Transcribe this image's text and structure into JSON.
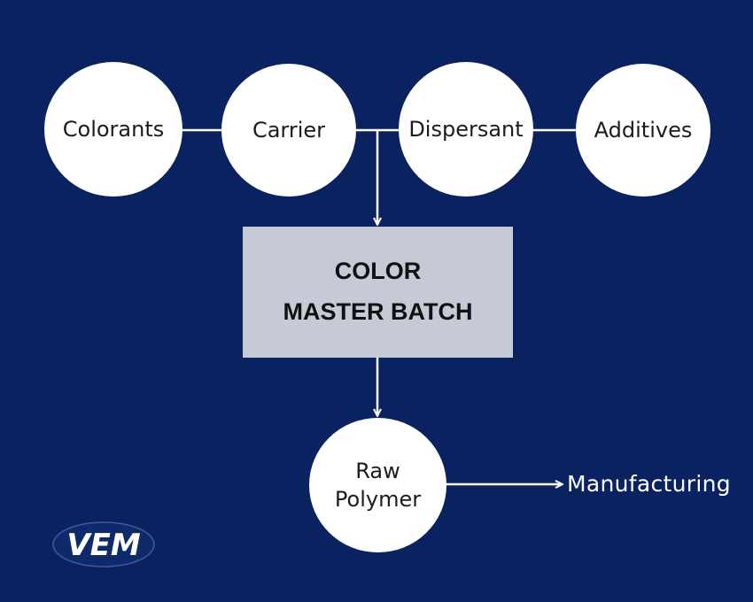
{
  "inputs": [
    {
      "label": "Colorants"
    },
    {
      "label": "Carrier"
    },
    {
      "label": "Dispersant"
    },
    {
      "label": "Additives"
    }
  ],
  "center_box": {
    "line1": "COLOR",
    "line2": "MASTER BATCH"
  },
  "raw_polymer": {
    "line1": "Raw",
    "line2": "Polymer"
  },
  "output": {
    "label": "Manufacturing"
  },
  "logo": {
    "text": "VEM"
  },
  "colors": {
    "background": "#0b2260",
    "node": "#ffffff",
    "box": "#c5cad6",
    "line": "#ffffff"
  }
}
